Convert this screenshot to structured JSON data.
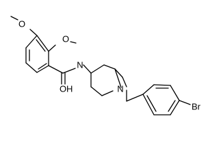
{
  "molecule": {
    "atoms": {
      "o_methoxy_3": "O",
      "o_methoxy_2": "O",
      "n_amide": "N",
      "o_carbonyl": "O",
      "h_amide": "H",
      "n_bridge": "N",
      "br_substituent": "Br"
    },
    "colors": {
      "background": "#ffffff",
      "bond": "#000000",
      "label": "#000000"
    }
  }
}
